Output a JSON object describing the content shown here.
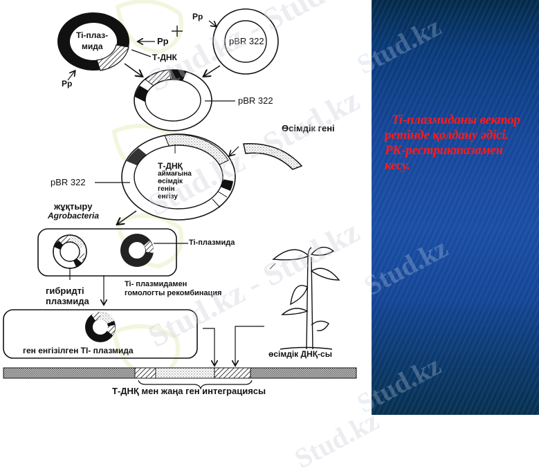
{
  "slide": {
    "caption": "Ti-плазмиданы вектор ретінде қолдану әдісі. РК-рестриктазамен кесу.",
    "caption_color": "#ff1a1a",
    "panel_color": "#17479a"
  },
  "diagram": {
    "ti_plasmid_top": {
      "label_line1": "Ti-плаз-",
      "label_line2": "мида"
    },
    "pp_right": "Pp",
    "pp_bottom_left": "Pp",
    "t_dnk": "Т-ДНК",
    "pp_pbr": "Pp",
    "pbr_circle_label": "pBR 322",
    "pbr_hybrid_label": "pBR 322",
    "plant_gene": "Өсімдік гені",
    "pbr_insert_label": "pBR 322",
    "insert_text": [
      "Т-ДНҚ",
      "аймағына",
      "өсімдік",
      "генін",
      "енгізу"
    ],
    "infection_line1": "жұқтыру",
    "infection_line2": "Agrobacteria",
    "ti_plasmid_label": "Ti-плазмида",
    "hybrid_line1": "гибридті",
    "hybrid_line2": "плазмида",
    "recomb_line1": "Ti- плазмидамен",
    "recomb_line2": "гомологты рекомбинация",
    "engineered_ti": "ген енгізілген ТI- плазмида",
    "plant_dna": "өсімдік ДНҚ-сы",
    "integration": "Т-ДНҚ мен жаңа ген интеграциясы"
  },
  "watermarks": [
    "Stud.kz - Stud.kz",
    "Stud.kz - Stud.kz",
    "Stud.kz",
    "Stud.kz - Stud.kz",
    "Stud.kz",
    "Stud.kz",
    "Stud.kz"
  ]
}
